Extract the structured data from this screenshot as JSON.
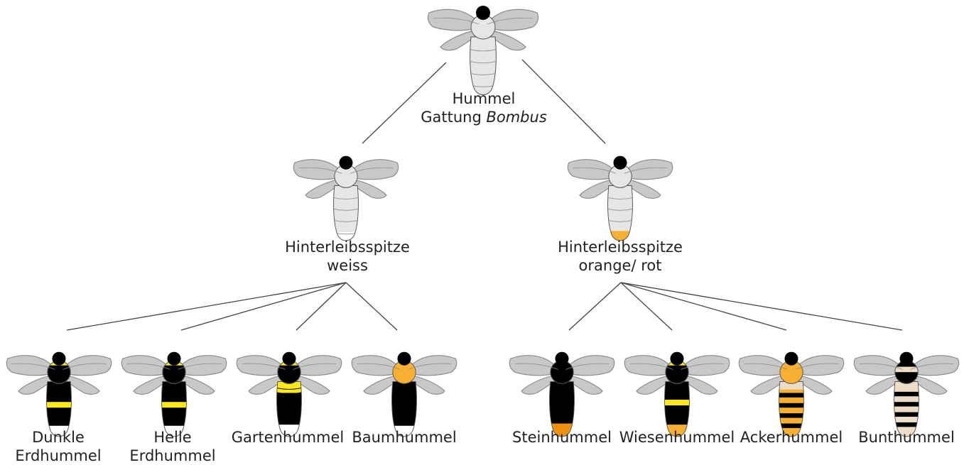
{
  "root": {
    "line1": "Hummel",
    "line2_prefix": "Gattung ",
    "line2_italic": "Bombus"
  },
  "branches": [
    {
      "line1": "Hinterleibsspitze",
      "line2": "weiss"
    },
    {
      "line1": "Hinterleibsspitze",
      "line2": "orange/ rot"
    }
  ],
  "species": [
    {
      "line1": "Dunkle",
      "line2": "Erdhummel"
    },
    {
      "line1": "Helle",
      "line2": "Erdhummel"
    },
    {
      "line1": "Gartenhummel",
      "line2": ""
    },
    {
      "line1": "Baumhummel",
      "line2": ""
    },
    {
      "line1": "Steinhummel",
      "line2": ""
    },
    {
      "line1": "Wiesenhummel",
      "line2": ""
    },
    {
      "line1": "Ackerhummel",
      "line2": ""
    },
    {
      "line1": "Bunthummel",
      "line2": ""
    }
  ],
  "colors": {
    "line": "#444444",
    "wing": "#c8c8c8",
    "wing_stroke": "#8a8a8a",
    "body_grey": "#e6e6e6",
    "black": "#000000",
    "yellow": "#ffe81a",
    "orange": "#f7b032",
    "dark_orange": "#ef9212",
    "white": "#ffffff",
    "beige": "#ecdcc8"
  }
}
